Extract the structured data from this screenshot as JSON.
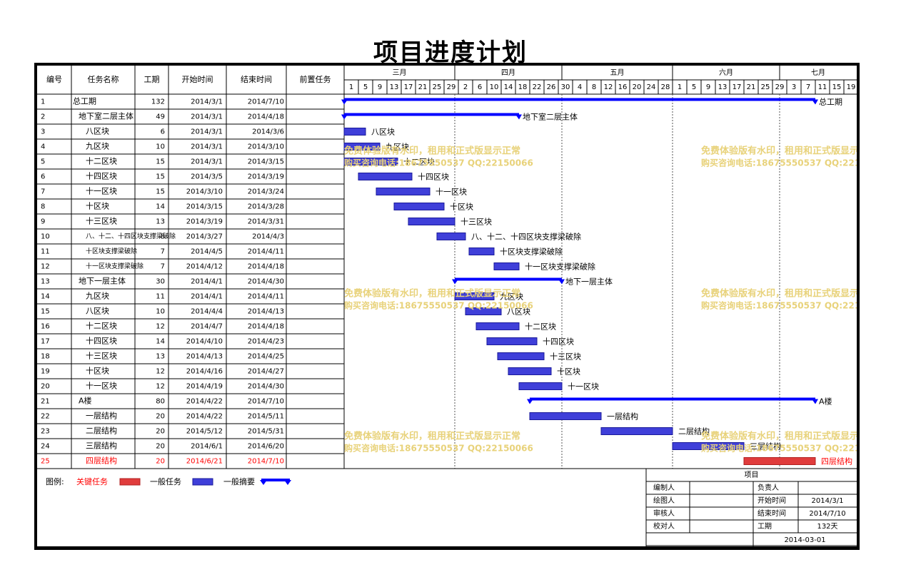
{
  "title": "项目进度计划",
  "columns": [
    "编号",
    "任务名称",
    "工期",
    "开始时间",
    "结束时间",
    "前置任务"
  ],
  "months": [
    "三月",
    "四月",
    "五月",
    "六月",
    "七月"
  ],
  "day_ticks": [
    "1",
    "5",
    "9",
    "13",
    "17",
    "21",
    "25",
    "29",
    "2",
    "6",
    "10",
    "14",
    "18",
    "22",
    "26",
    "30",
    "4",
    "8",
    "12",
    "16",
    "20",
    "24",
    "28",
    "1",
    "5",
    "9",
    "13",
    "17",
    "21",
    "25",
    "29",
    "3",
    "7",
    "11",
    "15",
    "19"
  ],
  "chart_data": {
    "type": "gantt",
    "title": "项目进度计划",
    "x_range": [
      "2014-03-01",
      "2014-07-22"
    ],
    "tasks": [
      {
        "id": "1",
        "name": "总工期",
        "indent": 0,
        "duration": "132",
        "start": "2014/3/1",
        "end": "2014/7/10",
        "type": "summary",
        "label": "总工期"
      },
      {
        "id": "2",
        "name": "地下室二层主体",
        "indent": 1,
        "duration": "49",
        "start": "2014/3/1",
        "end": "2014/4/18",
        "type": "summary",
        "label": "地下室二层主体"
      },
      {
        "id": "3",
        "name": "八区块",
        "indent": 2,
        "duration": "6",
        "start": "2014/3/1",
        "end": "2014/3/6",
        "type": "general",
        "label": "八区块"
      },
      {
        "id": "4",
        "name": "九区块",
        "indent": 2,
        "duration": "10",
        "start": "2014/3/1",
        "end": "2014/3/10",
        "type": "general",
        "label": "九区块"
      },
      {
        "id": "5",
        "name": "十二区块",
        "indent": 2,
        "duration": "15",
        "start": "2014/3/1",
        "end": "2014/3/15",
        "type": "general",
        "label": "十二区块"
      },
      {
        "id": "6",
        "name": "十四区块",
        "indent": 2,
        "duration": "15",
        "start": "2014/3/5",
        "end": "2014/3/19",
        "type": "general",
        "label": "十四区块"
      },
      {
        "id": "7",
        "name": "十一区块",
        "indent": 2,
        "duration": "15",
        "start": "2014/3/10",
        "end": "2014/3/24",
        "type": "general",
        "label": "十一区块"
      },
      {
        "id": "8",
        "name": "十区块",
        "indent": 2,
        "duration": "14",
        "start": "2014/3/15",
        "end": "2014/3/28",
        "type": "general",
        "label": "十区块"
      },
      {
        "id": "9",
        "name": "十三区块",
        "indent": 2,
        "duration": "13",
        "start": "2014/3/19",
        "end": "2014/3/31",
        "type": "general",
        "label": "十三区块"
      },
      {
        "id": "10",
        "name": "八、十二、十四区块支撑梁破除",
        "indent": 2,
        "duration": "8",
        "start": "2014/3/27",
        "end": "2014/4/3",
        "type": "general",
        "label": "八、十二、十四区块支撑梁破除"
      },
      {
        "id": "11",
        "name": "十区块支撑梁破除",
        "indent": 2,
        "duration": "7",
        "start": "2014/4/5",
        "end": "2014/4/11",
        "type": "general",
        "label": "十区块支撑梁破除"
      },
      {
        "id": "12",
        "name": "十一区块支撑梁破除",
        "indent": 2,
        "duration": "7",
        "start": "2014/4/12",
        "end": "2014/4/18",
        "type": "general",
        "label": "十一区块支撑梁破除"
      },
      {
        "id": "13",
        "name": "地下一层主体",
        "indent": 1,
        "duration": "30",
        "start": "2014/4/1",
        "end": "2014/4/30",
        "type": "summary",
        "label": "地下一层主体"
      },
      {
        "id": "14",
        "name": "九区块",
        "indent": 2,
        "duration": "11",
        "start": "2014/4/1",
        "end": "2014/4/11",
        "type": "general",
        "label": "九区块"
      },
      {
        "id": "15",
        "name": "八区块",
        "indent": 2,
        "duration": "10",
        "start": "2014/4/4",
        "end": "2014/4/13",
        "type": "general",
        "label": "八区块"
      },
      {
        "id": "16",
        "name": "十二区块",
        "indent": 2,
        "duration": "12",
        "start": "2014/4/7",
        "end": "2014/4/18",
        "type": "general",
        "label": "十二区块"
      },
      {
        "id": "17",
        "name": "十四区块",
        "indent": 2,
        "duration": "14",
        "start": "2014/4/10",
        "end": "2014/4/23",
        "type": "general",
        "label": "十四区块"
      },
      {
        "id": "18",
        "name": "十三区块",
        "indent": 2,
        "duration": "13",
        "start": "2014/4/13",
        "end": "2014/4/25",
        "type": "general",
        "label": "十三区块"
      },
      {
        "id": "19",
        "name": "十区块",
        "indent": 2,
        "duration": "12",
        "start": "2014/4/16",
        "end": "2014/4/27",
        "type": "general",
        "label": "十区块"
      },
      {
        "id": "20",
        "name": "十一区块",
        "indent": 2,
        "duration": "12",
        "start": "2014/4/19",
        "end": "2014/4/30",
        "type": "general",
        "label": "十一区块"
      },
      {
        "id": "21",
        "name": "A楼",
        "indent": 1,
        "duration": "80",
        "start": "2014/4/22",
        "end": "2014/7/10",
        "type": "summary",
        "label": "A楼"
      },
      {
        "id": "22",
        "name": "一层结构",
        "indent": 2,
        "duration": "20",
        "start": "2014/4/22",
        "end": "2014/5/11",
        "type": "general",
        "label": "一层结构"
      },
      {
        "id": "23",
        "name": "二层结构",
        "indent": 2,
        "duration": "20",
        "start": "2014/5/12",
        "end": "2014/5/31",
        "type": "general",
        "label": "二层结构"
      },
      {
        "id": "24",
        "name": "三层结构",
        "indent": 2,
        "duration": "20",
        "start": "2014/6/1",
        "end": "2014/6/20",
        "type": "general",
        "label": "三层结构"
      },
      {
        "id": "25",
        "name": "四层结构",
        "indent": 2,
        "duration": "20",
        "start": "2014/6/21",
        "end": "2014/7/10",
        "type": "critical",
        "label": "四层结构"
      }
    ]
  },
  "legend": {
    "label": "图例:",
    "critical": "关键任务",
    "general": "一般任务",
    "summary": "一般摘要"
  },
  "info": {
    "project_label": "项目",
    "rows": [
      {
        "k1": "编制人",
        "v1": "",
        "k2": "负责人",
        "v2": ""
      },
      {
        "k1": "绘图人",
        "v1": "",
        "k2": "开始时间",
        "v2": "2014/3/1"
      },
      {
        "k1": "审核人",
        "v1": "",
        "k2": "结束时间",
        "v2": "2014/7/10"
      },
      {
        "k1": "校对人",
        "v1": "",
        "k2": "工期",
        "v2": "132天"
      }
    ],
    "date": "2014-03-01"
  },
  "watermark": {
    "line1": "免费体验版有水印，租用和正式版显示正常",
    "line2": "购买咨询电话:18675550537 QQ:22150066"
  },
  "colors": {
    "summary": "#0000ff",
    "general": "#3f3fd9",
    "critical": "#e03c3c",
    "critical_text": "#ff0000",
    "watermark": "#e8d27a"
  }
}
